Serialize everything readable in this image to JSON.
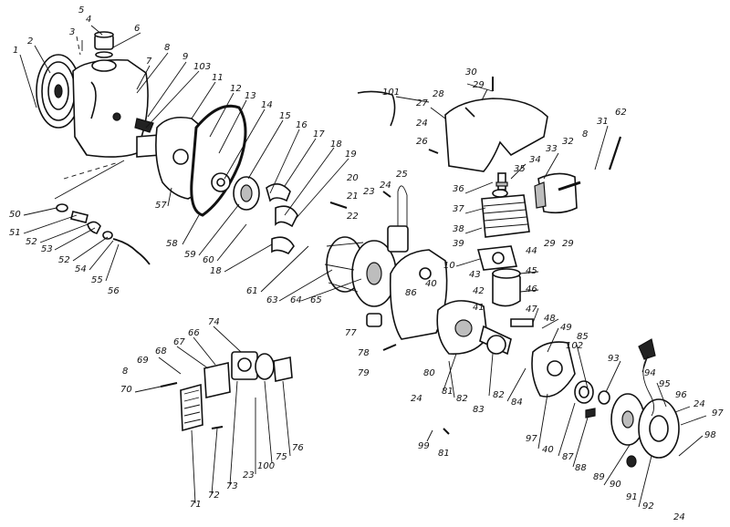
{
  "callouts": [
    {
      "label": "1"
    },
    {
      "label": "2"
    },
    {
      "label": "3"
    },
    {
      "label": "4"
    },
    {
      "label": "5"
    },
    {
      "label": "6"
    },
    {
      "label": "7"
    },
    {
      "label": "8"
    },
    {
      "label": "9"
    },
    {
      "label": "103"
    },
    {
      "label": "11"
    },
    {
      "label": "12"
    },
    {
      "label": "13"
    },
    {
      "label": "14"
    },
    {
      "label": "15"
    },
    {
      "label": "16"
    },
    {
      "label": "17"
    },
    {
      "label": "18"
    },
    {
      "label": "19"
    },
    {
      "label": "20"
    },
    {
      "label": "21"
    },
    {
      "label": "22"
    },
    {
      "label": "23"
    },
    {
      "label": "24"
    },
    {
      "label": "25"
    },
    {
      "label": "101"
    },
    {
      "label": "27"
    },
    {
      "label": "28"
    },
    {
      "label": "29"
    },
    {
      "label": "30"
    },
    {
      "label": "24"
    },
    {
      "label": "26"
    },
    {
      "label": "31"
    },
    {
      "label": "62"
    },
    {
      "label": "32"
    },
    {
      "label": "8"
    },
    {
      "label": "33"
    },
    {
      "label": "34"
    },
    {
      "label": "35"
    },
    {
      "label": "36"
    },
    {
      "label": "37"
    },
    {
      "label": "38"
    },
    {
      "label": "39"
    },
    {
      "label": "10"
    },
    {
      "label": "43"
    },
    {
      "label": "45"
    },
    {
      "label": "42"
    },
    {
      "label": "46"
    },
    {
      "label": "44"
    },
    {
      "label": "29"
    },
    {
      "label": "29"
    },
    {
      "label": "50"
    },
    {
      "label": "51"
    },
    {
      "label": "52"
    },
    {
      "label": "53"
    },
    {
      "label": "52"
    },
    {
      "label": "54"
    },
    {
      "label": "55"
    },
    {
      "label": "56"
    },
    {
      "label": "57"
    },
    {
      "label": "58"
    },
    {
      "label": "59"
    },
    {
      "label": "60"
    },
    {
      "label": "18"
    },
    {
      "label": "61"
    },
    {
      "label": "63"
    },
    {
      "label": "64"
    },
    {
      "label": "65"
    },
    {
      "label": "86"
    },
    {
      "label": "40"
    },
    {
      "label": "41"
    },
    {
      "label": "47"
    },
    {
      "label": "48"
    },
    {
      "label": "49"
    },
    {
      "label": "85"
    },
    {
      "label": "77"
    },
    {
      "label": "78"
    },
    {
      "label": "79"
    },
    {
      "label": "80"
    },
    {
      "label": "24"
    },
    {
      "label": "81"
    },
    {
      "label": "82"
    },
    {
      "label": "83"
    },
    {
      "label": "82"
    },
    {
      "label": "84"
    },
    {
      "label": "97"
    },
    {
      "label": "40"
    },
    {
      "label": "87"
    },
    {
      "label": "102"
    },
    {
      "label": "93"
    },
    {
      "label": "94"
    },
    {
      "label": "95"
    },
    {
      "label": "96"
    },
    {
      "label": "24"
    },
    {
      "label": "97"
    },
    {
      "label": "98"
    },
    {
      "label": "88"
    },
    {
      "label": "89"
    },
    {
      "label": "90"
    },
    {
      "label": "91"
    },
    {
      "label": "92"
    },
    {
      "label": "24"
    },
    {
      "label": "99"
    },
    {
      "label": "81"
    },
    {
      "label": "74"
    },
    {
      "label": "66"
    },
    {
      "label": "67"
    },
    {
      "label": "68"
    },
    {
      "label": "69"
    },
    {
      "label": "8"
    },
    {
      "label": "70"
    },
    {
      "label": "71"
    },
    {
      "label": "72"
    },
    {
      "label": "73"
    },
    {
      "label": "23"
    },
    {
      "label": "100"
    },
    {
      "label": "75"
    },
    {
      "label": "76"
    }
  ]
}
